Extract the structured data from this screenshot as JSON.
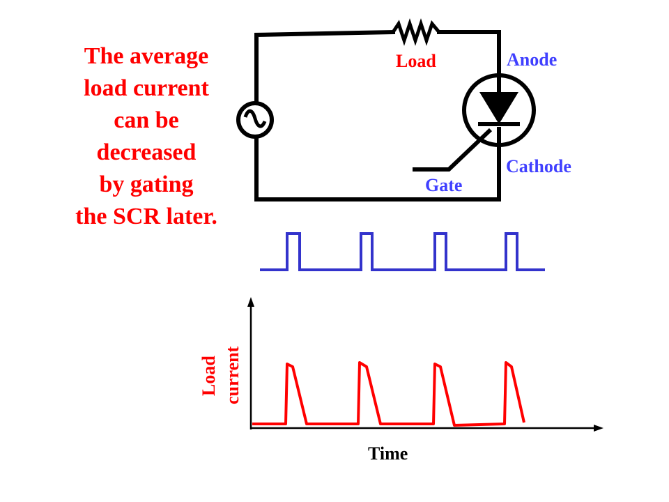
{
  "colors": {
    "caption": "#ff0000",
    "terminal_labels": "#4040ff",
    "load_label": "#ff0000",
    "gate_label": "#4040ff",
    "circuit": "#000000",
    "gate_pulses": "#3333cc",
    "load_current": "#ff0000",
    "axes": "#000000",
    "axis_labels_y": "#ff0000",
    "axis_label_x": "#000000"
  },
  "caption_lines": [
    "The average",
    "load current",
    "can be",
    "decreased",
    "by gating",
    "the SCR later."
  ],
  "circuit": {
    "load_label": "Load",
    "anode_label": "Anode",
    "cathode_label": "Cathode",
    "gate_label": "Gate",
    "source_icon": "ac-source-icon",
    "resistor_icon": "resistor-icon",
    "scr_icon": "scr-thyristor-icon"
  },
  "graph": {
    "y_label_line1": "Load",
    "y_label_line2": "current",
    "x_label": "Time",
    "gate_pulse_count": 4,
    "current_pulse_count": 4
  }
}
